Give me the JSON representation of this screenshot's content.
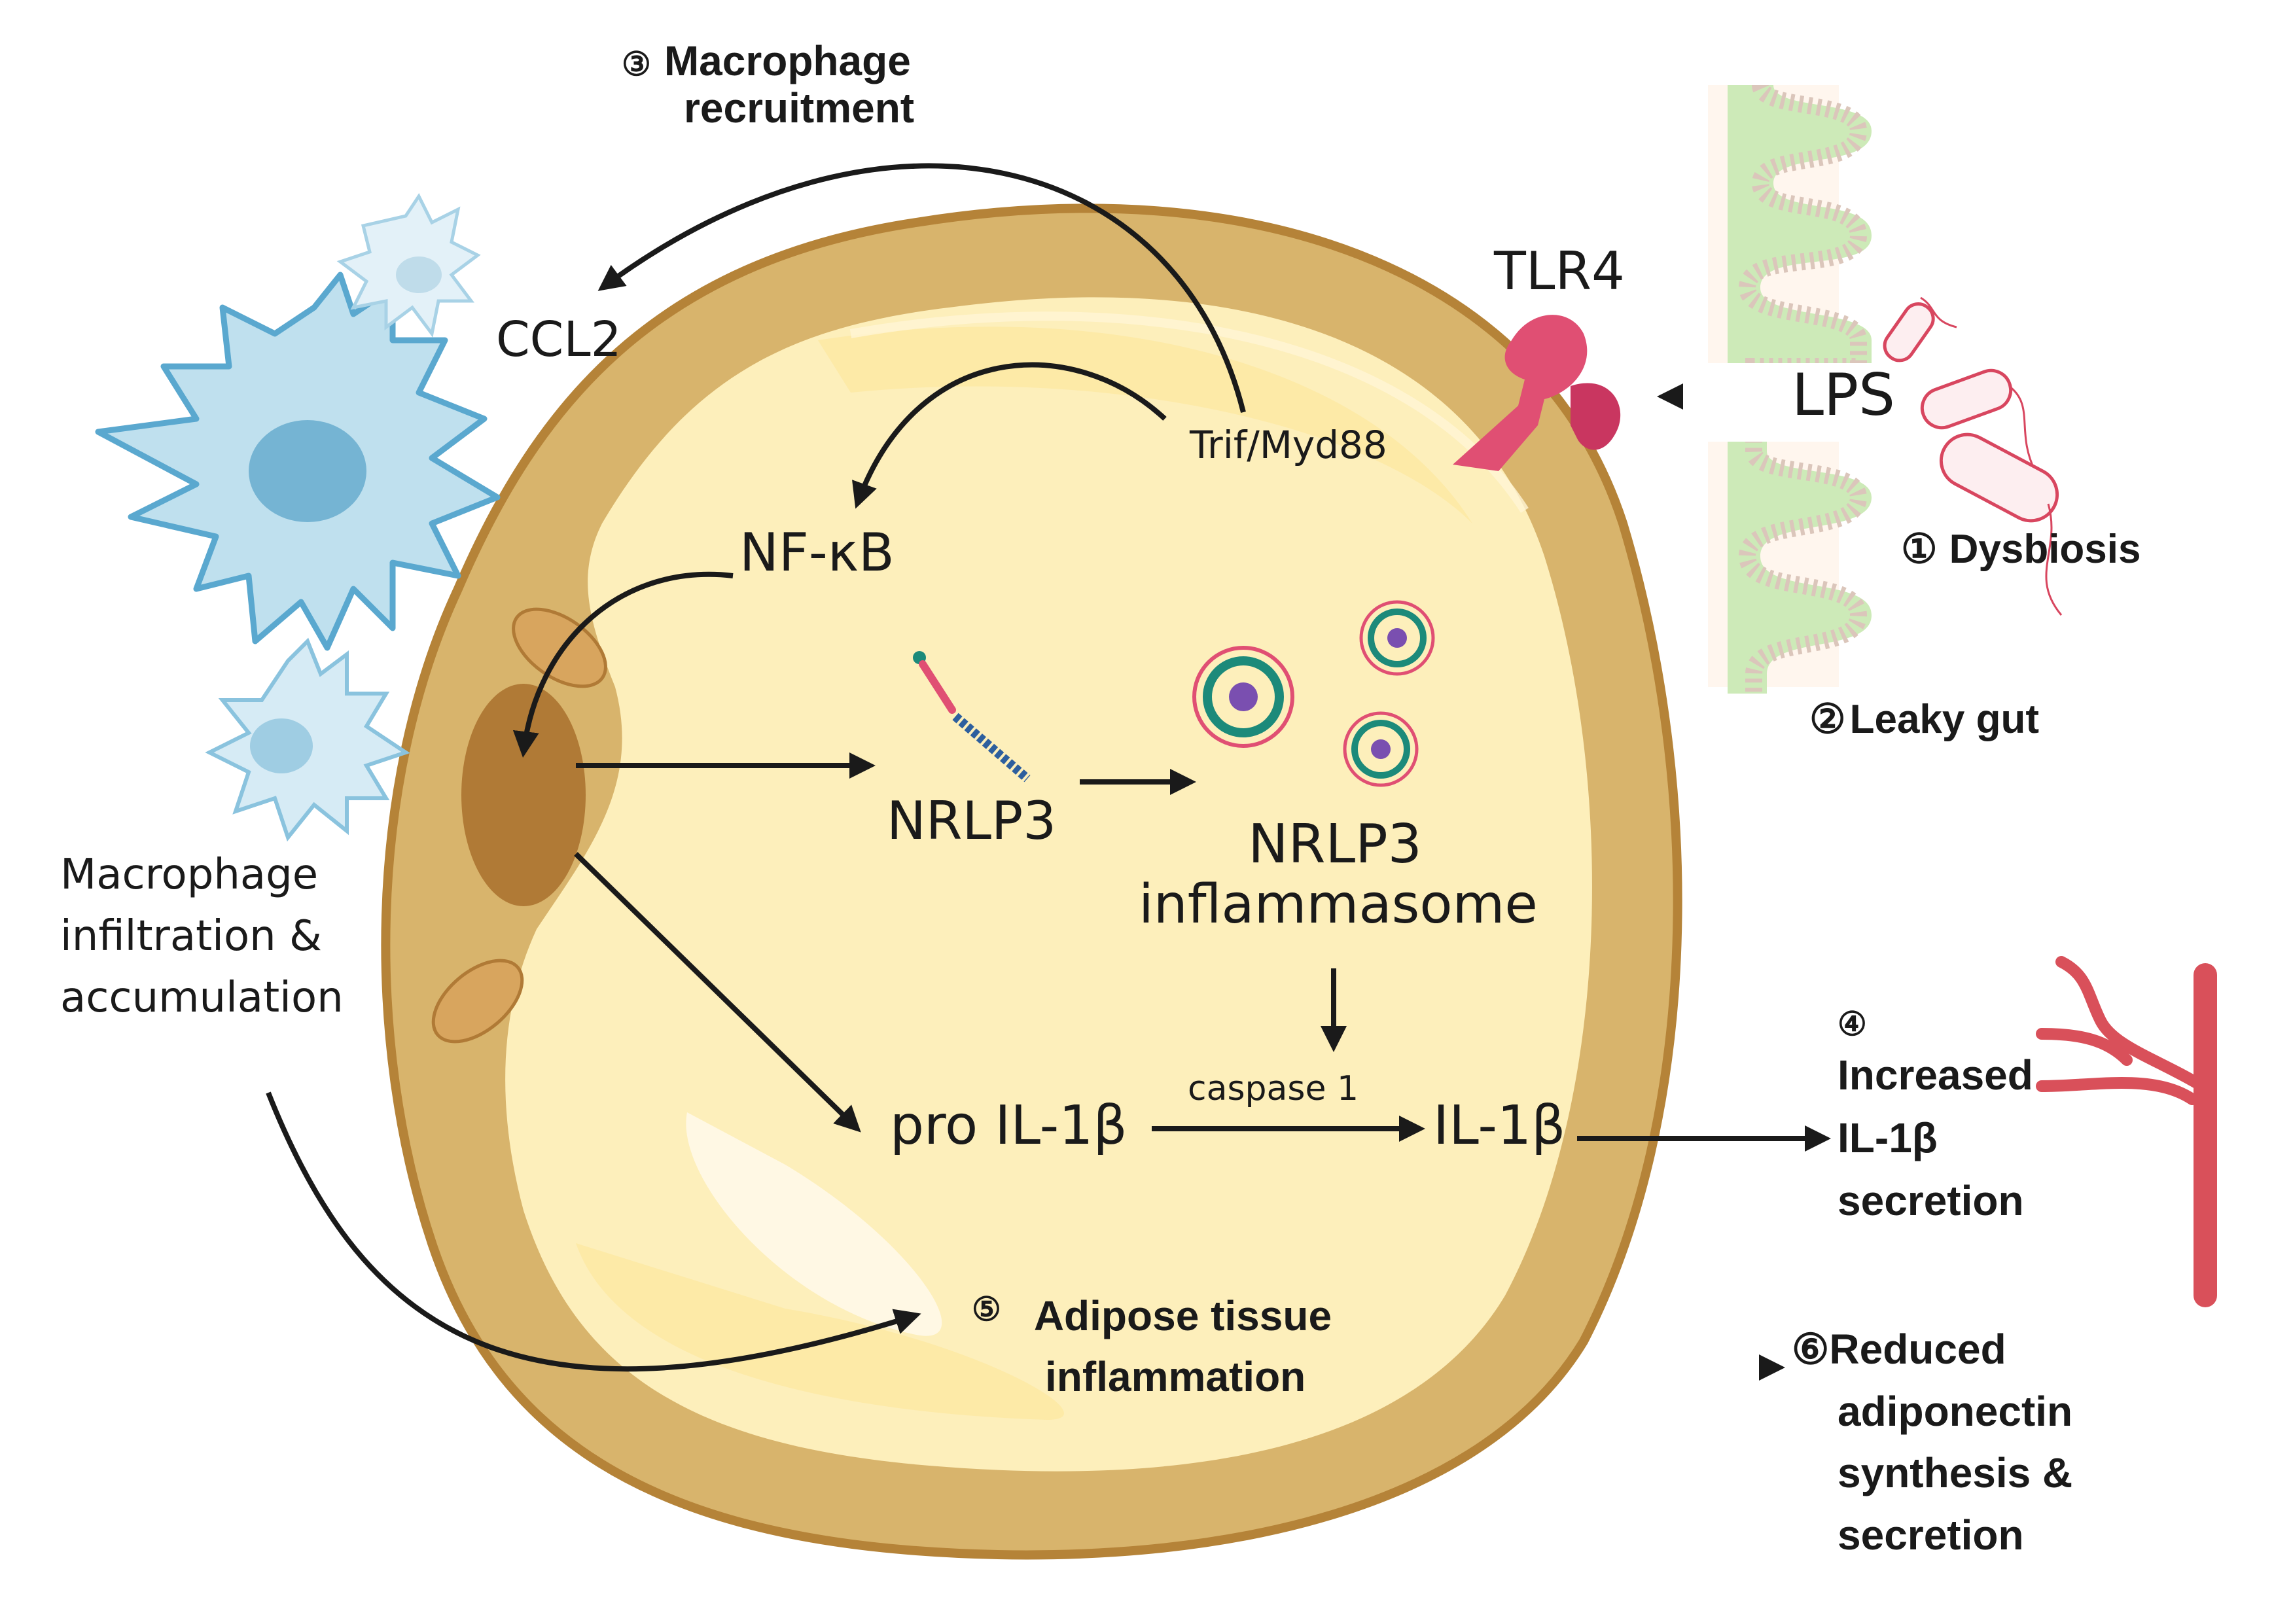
{
  "figure": {
    "title": "Gut dysbiosis and adipose tissue inflammation pathway",
    "colors": {
      "cell_outer": "#d8b46c",
      "cell_border": "#b58338",
      "cytoplasm": "#fdefbb",
      "nucleus": "#b07a36",
      "macrophage_fill": "#bfe0ee",
      "macrophage_stroke": "#5aa8cf",
      "macrophage_nucleus": "#75b4d3",
      "tlr4": "#e04f73",
      "gut_villi_green": "#cdeab8",
      "gut_villi_tan": "#dbc6bb",
      "gut_lumen": "#fff6ee",
      "bacteria": "#d8465f",
      "vessel": "#d9505a",
      "arrow": "#1a1a1a"
    }
  },
  "labels": {
    "macrophage_recruitment": {
      "num": "③",
      "line1": "Macrophage",
      "line2": "recruitment"
    },
    "ccl2": "CCL2",
    "tlr4": "TLR4",
    "lps": "LPS",
    "trif_myd88": "Trif/Myd88",
    "nfkb": "NF-κB",
    "nrlp3": "NRLP3",
    "nrlp3_inflammasome": {
      "line1": "NRLP3",
      "line2": "inflammasome"
    },
    "caspase1": "caspase 1",
    "pro_il1b": "pro IL-1β",
    "il1b": "IL-1β",
    "dysbiosis": {
      "num": "①",
      "text": "Dysbiosis"
    },
    "leaky_gut": {
      "num": "②",
      "text": "Leaky gut"
    },
    "increased_il1b": {
      "num": "④",
      "line1": "Increased",
      "line2": "IL-1β",
      "line3": "secretion"
    },
    "adipose_inflammation": {
      "num": "⑤",
      "line1": "Adipose tissue",
      "line2": "inflammation"
    },
    "reduced_adiponectin": {
      "num": "⑥",
      "line1": "Reduced",
      "line2": "adiponectin",
      "line3": "synthesis &",
      "line4": "secretion"
    },
    "macrophage_infiltration": {
      "line1": "Macrophage",
      "line2": "infiltration &",
      "line3": "accumulation"
    }
  },
  "edges": [
    {
      "from": "Trif/Myd88",
      "to": "CCL2",
      "type": "curved"
    },
    {
      "from": "Trif/Myd88",
      "to": "NF-κB",
      "type": "curved"
    },
    {
      "from": "NF-κB",
      "to": "nucleus",
      "type": "curved"
    },
    {
      "from": "LPS",
      "to": "TLR4",
      "type": "straight"
    },
    {
      "from": "nucleus",
      "to": "NRLP3",
      "type": "straight"
    },
    {
      "from": "NRLP3",
      "to": "NRLP3 inflammasome",
      "type": "straight"
    },
    {
      "from": "nucleus",
      "to": "pro IL-1β",
      "type": "straight"
    },
    {
      "from": "NRLP3 inflammasome",
      "to": "caspase 1 step",
      "type": "straight"
    },
    {
      "from": "pro IL-1β",
      "to": "IL-1β",
      "label": "caspase 1",
      "type": "straight"
    },
    {
      "from": "IL-1β",
      "to": "Increased IL-1β secretion",
      "type": "straight"
    },
    {
      "from": "Macrophage infiltration & accumulation",
      "to": "Adipose tissue inflammation",
      "type": "curved"
    },
    {
      "from": "Adipose tissue inflammation",
      "to": "Reduced adiponectin synthesis & secretion",
      "type": "straight"
    }
  ]
}
